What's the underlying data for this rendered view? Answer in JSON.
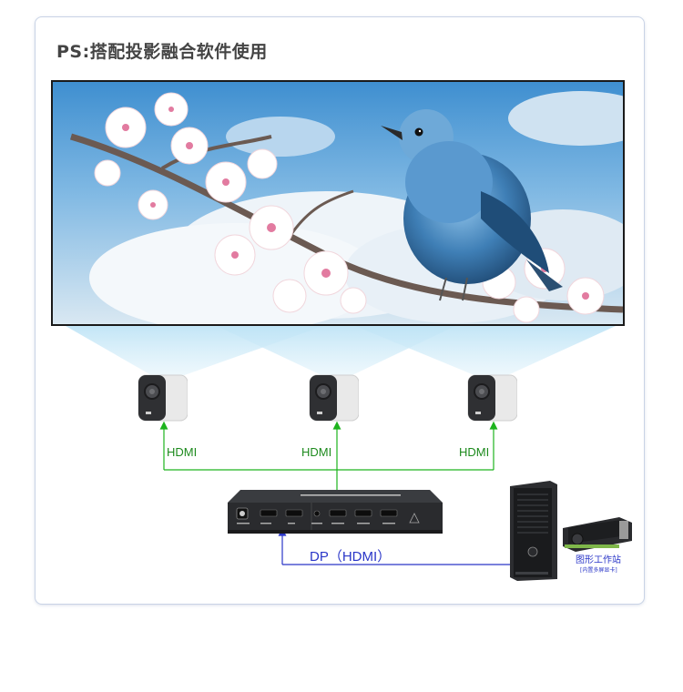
{
  "title": "PS:搭配投影融合软件使用",
  "labels": {
    "hdmi_left": "HDMI",
    "hdmi_center": "HDMI",
    "hdmi_right": "HDMI",
    "dp": "DP（HDMI）",
    "workstation_title": "图形工作站",
    "workstation_sub": "[内置多屏显卡]"
  },
  "colors": {
    "hdmi_wire": "#1db31d",
    "dp_wire": "#2a36c8",
    "beam": "#cfe9f7"
  },
  "icons": [
    "projector-icon",
    "fusion-box-icon",
    "workstation-tower-icon",
    "graphics-card-icon"
  ]
}
